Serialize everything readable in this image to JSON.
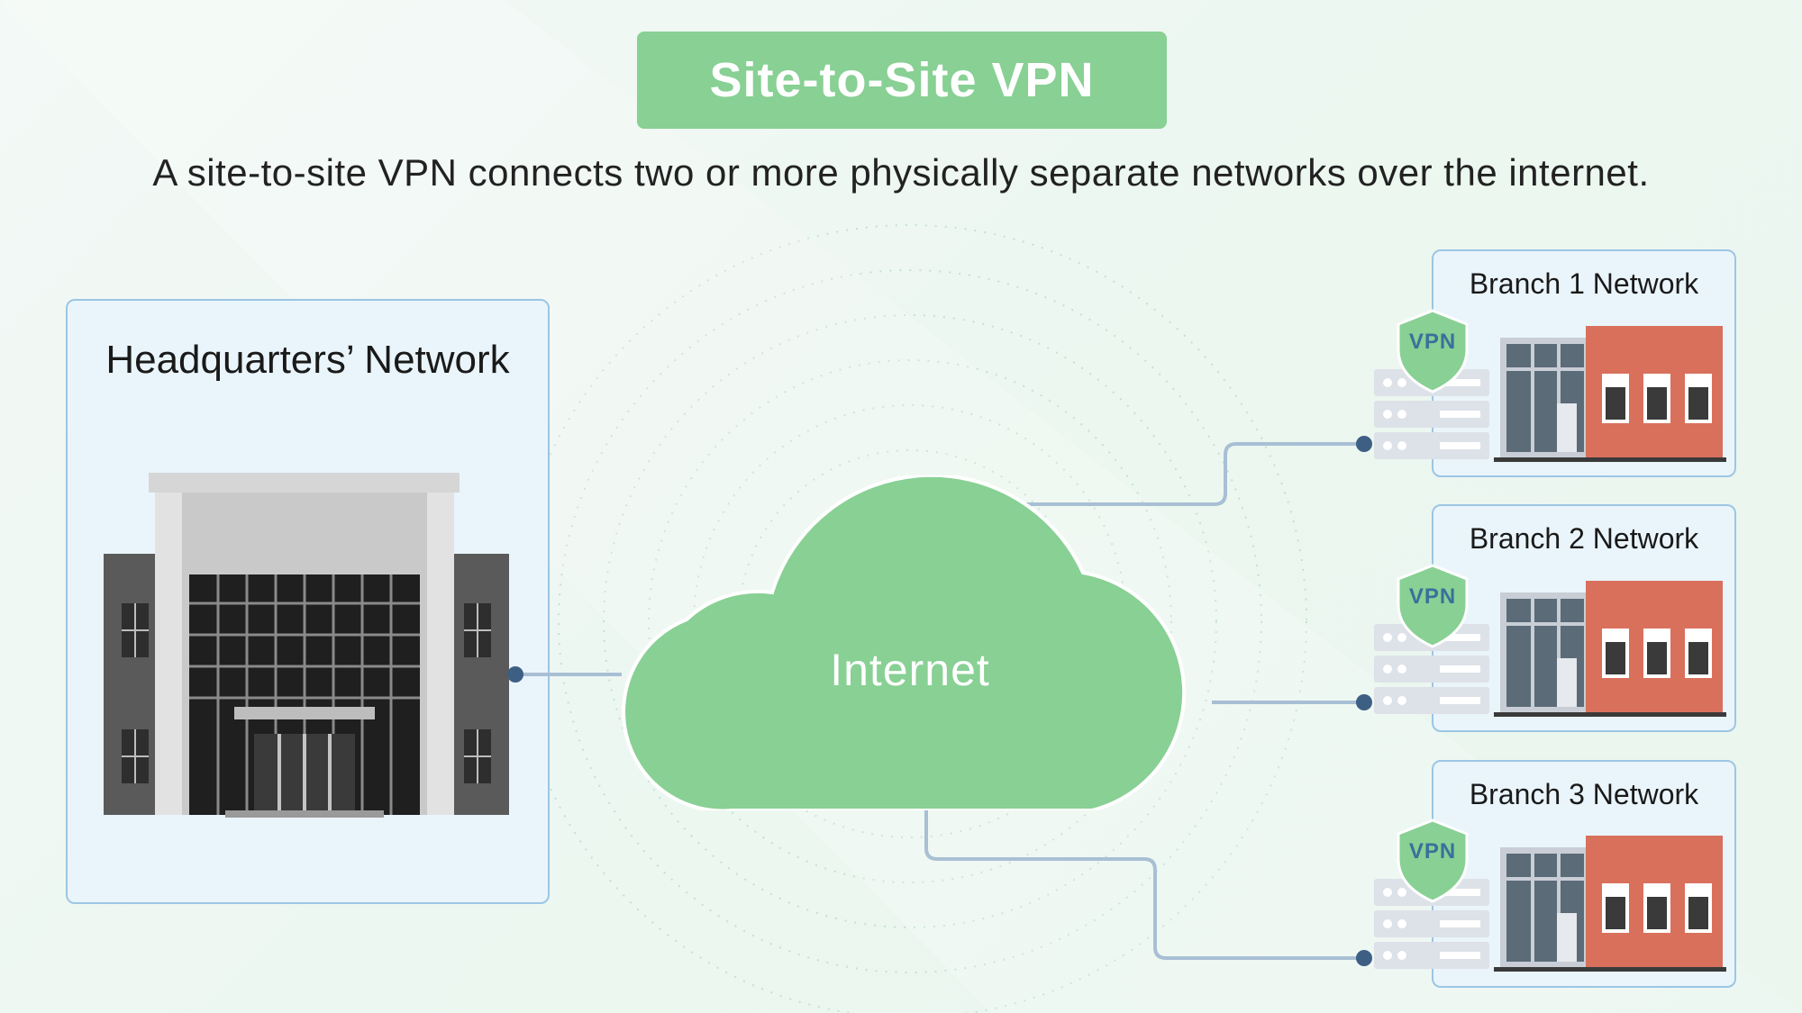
{
  "header": {
    "title": "Site-to-Site VPN",
    "subtitle": "A site-to-site VPN connects two or more physically separate networks over the internet."
  },
  "headquarters": {
    "label": "Headquarters’ Network"
  },
  "cloud": {
    "label": "Internet"
  },
  "branches": [
    {
      "label": "Branch 1 Network",
      "badge": "VPN"
    },
    {
      "label": "Branch 2 Network",
      "badge": "VPN"
    },
    {
      "label": "Branch 3 Network",
      "badge": "VPN"
    }
  ],
  "colors": {
    "accent_green": "#88d094",
    "panel_fill": "#eaf5fb",
    "panel_border": "#9cc6e4",
    "line": "#a8bfd4",
    "connector_dot": "#3e5f84",
    "brick": "#d9705c"
  }
}
